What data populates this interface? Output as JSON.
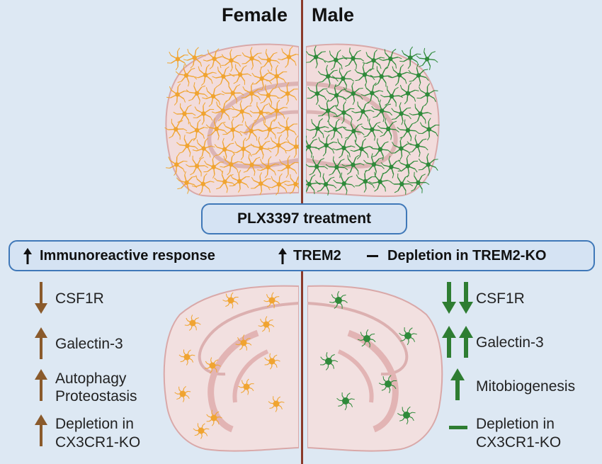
{
  "headers": {
    "female": "Female",
    "male": "Male"
  },
  "treatment": {
    "label": "PLX3397 treatment"
  },
  "response_bar": {
    "immunoreactive": "Immunoreactive response",
    "trem2": "TREM2",
    "depletion_trem2": "Depletion in TREM2-KO"
  },
  "female_effects": {
    "csf1r": "CSF1R",
    "galectin": "Galectin-3",
    "autophagy": "Autophagy",
    "proteostasis": "Proteostasis",
    "depletion_1": "Depletion in",
    "depletion_2": "CX3CR1-KO"
  },
  "male_effects": {
    "csf1r": "CSF1R",
    "galectin": "Galectin-3",
    "mitobiogenesis": "Mitobiogenesis",
    "depletion_1": "Depletion in",
    "depletion_2": "CX3CR1-KO"
  },
  "colors": {
    "background": "#dde8f3",
    "divider": "#8b3a2a",
    "female_accent": "#8a5a2b",
    "female_cells": "#f0a431",
    "male_accent": "#2e7d32",
    "male_cells": "#2f8a3a",
    "brain_tissue": "#f2dcdc",
    "box_border": "#3f78b8"
  }
}
